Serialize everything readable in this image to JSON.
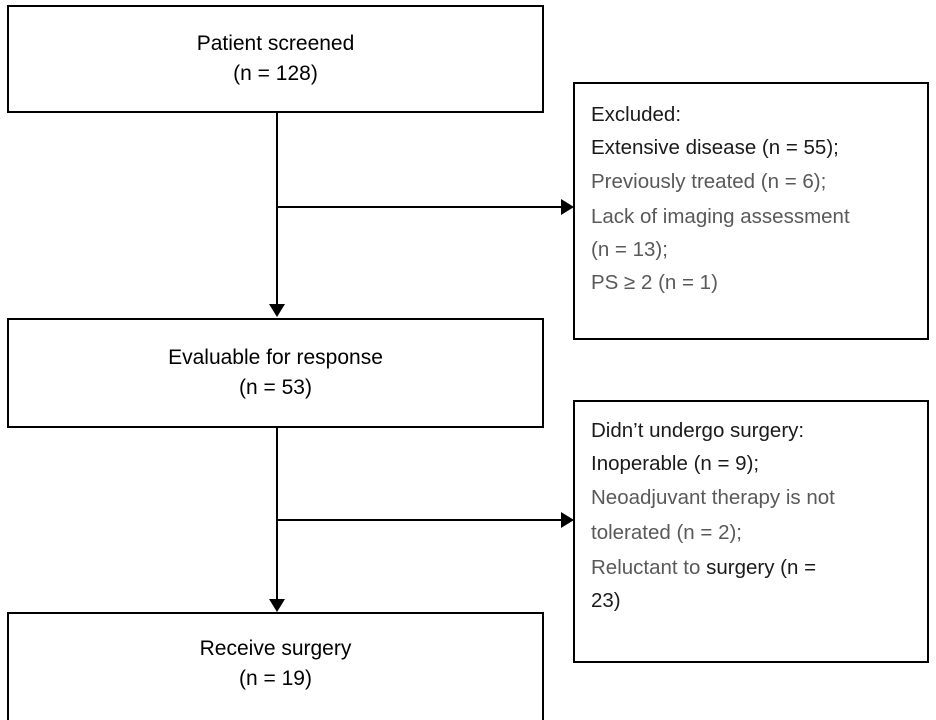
{
  "diagram": {
    "type": "patient-flow-consort-diagram",
    "nodes": {
      "screened": {
        "title": "Patient screened",
        "count": "(n = 128)"
      },
      "evaluable": {
        "title": "Evaluable for response",
        "count": "(n = 53)"
      },
      "surgery": {
        "title": "Receive surgery",
        "count": "(n = 19)"
      },
      "excluded": {
        "heading": "Excluded:",
        "lines": [
          "Extensive disease (n = 55);",
          "Previously treated (n = 6);",
          "Lack of imaging assessment",
          "(n = 13);",
          "PS ≥ 2 (n = 1)"
        ]
      },
      "no_surgery": {
        "heading": "Didn’t undergo surgery:",
        "lines": [
          "Inoperable (n = 9);",
          "Neoadjuvant therapy is not",
          "tolerated (n = 2);",
          "Reluctant to ",
          "surgery (n = ",
          "23)"
        ]
      }
    },
    "colors": {
      "stroke": "#000000",
      "text_dark": "#1a1a1a",
      "text_gray": "#595959",
      "background": "#ffffff"
    }
  }
}
